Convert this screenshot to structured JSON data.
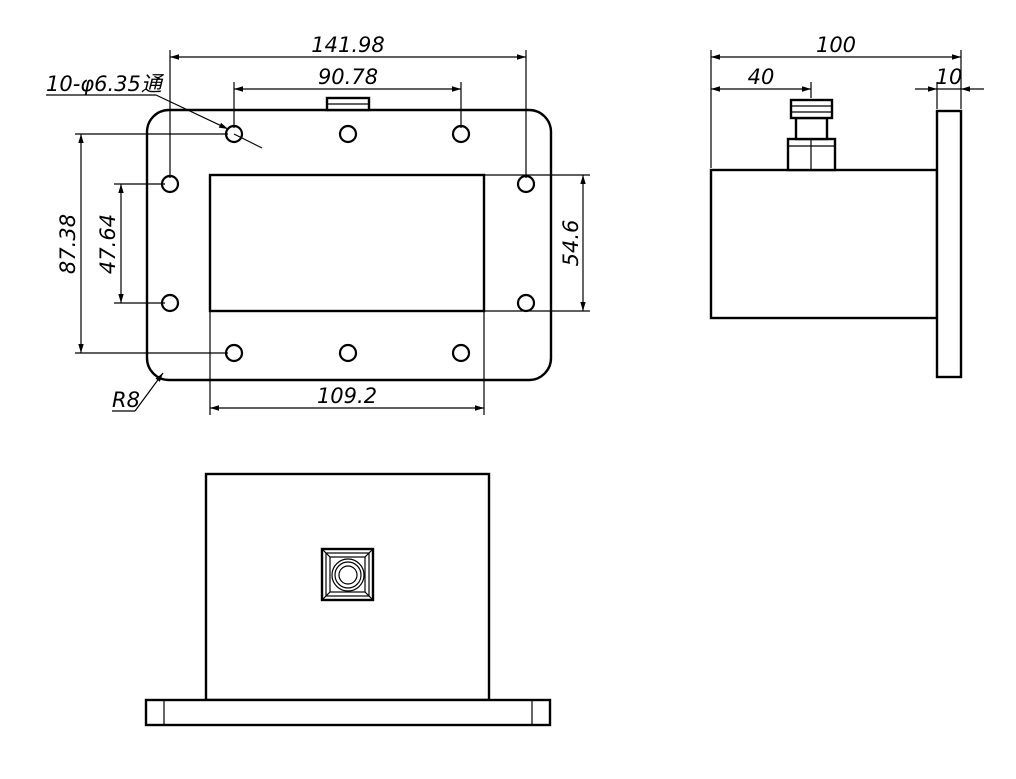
{
  "drawing": {
    "front_view": {
      "dimensions": {
        "overall_width": "141.98",
        "hole_span_top": "90.78",
        "hole_callout": "10-φ6.35通",
        "overall_height": "87.38",
        "hole_span_side": "47.64",
        "aperture_height": "54.6",
        "aperture_width": "109.2",
        "corner_radius": "R8"
      }
    },
    "side_view": {
      "dimensions": {
        "overall_length": "100",
        "connector_offset": "40",
        "flange_thickness": "10"
      }
    }
  }
}
